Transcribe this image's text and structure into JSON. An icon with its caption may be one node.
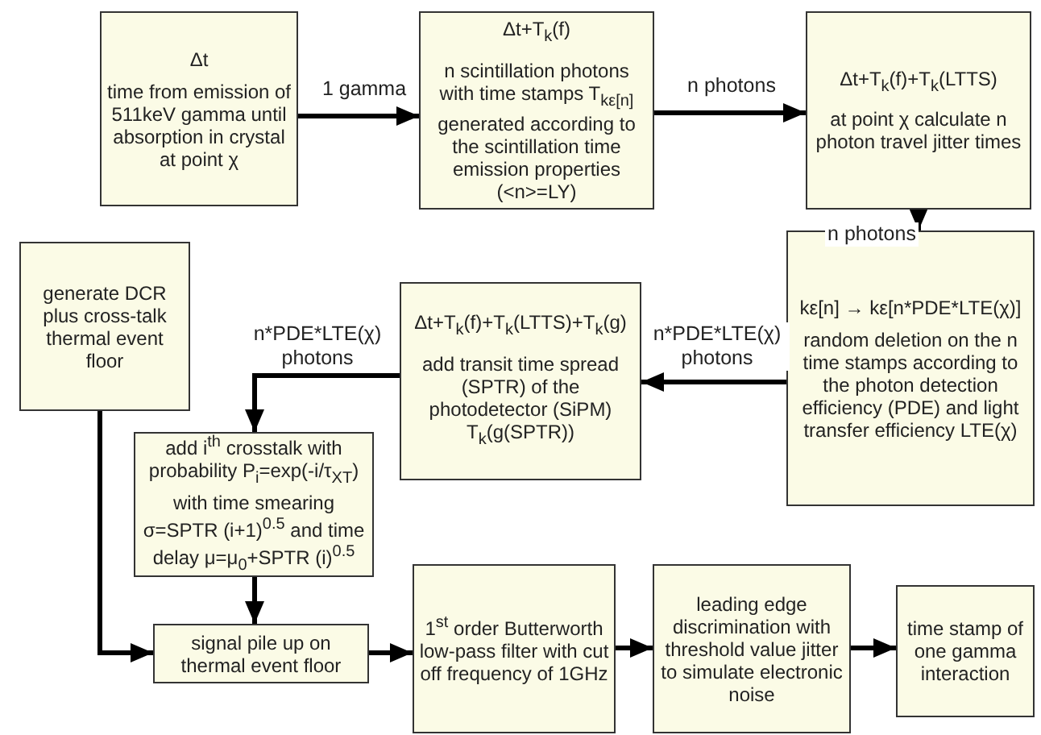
{
  "diagram": {
    "nodes": [
      {
        "text": [
          "Δt",
          "time from emission of 511keV gamma until absorption in crystal at point χ"
        ]
      },
      {
        "text": [
          "Δt+T$_{k}$(f)",
          "n scintillation photons with time stamps T$_{kε[n]}$ generated according to the scintillation time emission properties (<n>=LY)"
        ]
      },
      {
        "text": [
          "Δt+T$_{k}$(f)+T$_{k}$(LTTS)",
          "at point χ calculate n photon travel jitter times"
        ]
      },
      {
        "text": [
          "generate DCR plus cross-talk thermal event floor"
        ]
      },
      {
        "text": [
          "Δt+T$_{k}$(f)+T$_{k}$(LTTS)+T$_{k}$(g)",
          "add transit time spread (SPTR) of the photodetector (SiPM) T$_{k}$(g(SPTR))"
        ]
      },
      {
        "text": [
          "kε[n] → kε[n*PDE*LTE(χ)]",
          "random deletion on the n time stamps according to the photon detection efficiency (PDE) and light transfer efficiency LTE(χ)"
        ]
      },
      {
        "text": [
          "add i$^{th}$ crosstalk with probability P$_{i}$=exp(-i/τ$_{XT}$) with time smearing σ=SPTR (i+1)$^{0.5}$ and time delay μ=μ$_{0}$+SPTR (i)$^{0.5}$"
        ]
      },
      {
        "text": [
          "signal pile up on thermal event floor"
        ]
      },
      {
        "text": [
          "1$^{st}$ order Butterworth low-pass filter with cut off frequency of 1GHz"
        ]
      },
      {
        "text": [
          "leading edge discrimination with threshold value jitter to simulate electronic noise"
        ]
      },
      {
        "text": [
          "time stamp of one gamma interaction"
        ]
      }
    ],
    "edges": [
      {
        "from": 0,
        "to": 1,
        "arrow": "to",
        "label": "1 gamma"
      },
      {
        "from": 1,
        "to": 2,
        "arrow": "to",
        "label": "n photons"
      },
      {
        "from": 2,
        "to": 5,
        "arrow": "to",
        "label": "n photons"
      },
      {
        "from": 5,
        "to": 4,
        "arrow": "to",
        "label": "n*PDE*LTE(χ) photons"
      },
      {
        "from": 4,
        "to": 6,
        "arrow": "to",
        "label": "n*PDE*LTE(χ) photons"
      },
      {
        "from": 3,
        "to": 7,
        "arrow": "to"
      },
      {
        "from": 6,
        "to": 7,
        "arrow": "to"
      },
      {
        "from": 7,
        "to": 8,
        "arrow": "to"
      },
      {
        "from": 8,
        "to": 9,
        "arrow": "to"
      },
      {
        "from": 9,
        "to": 10,
        "arrow": "to"
      }
    ]
  }
}
